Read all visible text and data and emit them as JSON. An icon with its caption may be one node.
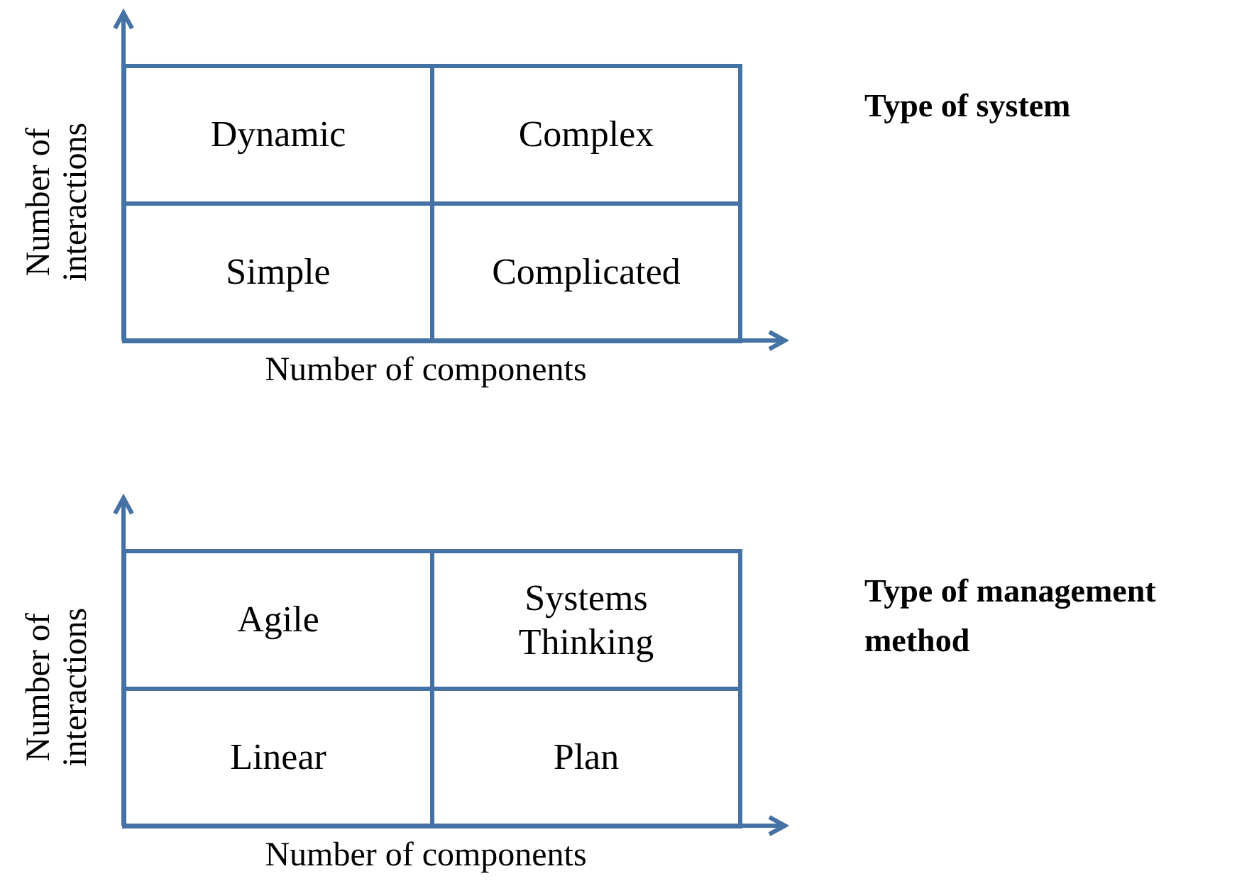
{
  "diagram": {
    "nodes": [
      {
        "text": [
          "Dynamic"
        ]
      },
      {
        "text": [
          "Complex"
        ]
      },
      {
        "text": [
          "Simple"
        ]
      },
      {
        "text": [
          "Complicated"
        ]
      },
      {
        "text": [
          "Agile"
        ]
      },
      {
        "text": [
          "Systems Thinking"
        ]
      },
      {
        "text": [
          "Linear"
        ]
      },
      {
        "text": [
          "Plan"
        ]
      }
    ],
    "labels": [
      "Number of interactions",
      "Number of components",
      "Type of system",
      "Number of interactions",
      "Number of components",
      "Type of management method"
    ]
  }
}
